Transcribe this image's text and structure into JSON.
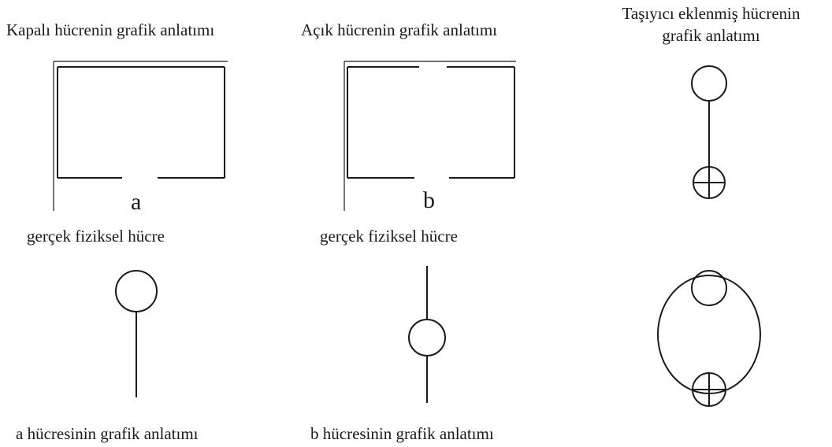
{
  "headers": {
    "closed_cell": "Kapalı hücrenin grafik anlatımı",
    "open_cell": "Açık hücrenin grafik anlatımı",
    "carrier_cell_line1": "Taşıyıcı eklenmiş hücrenin",
    "carrier_cell_line2": "grafik anlatımı"
  },
  "labels": {
    "a": "a",
    "b": "b",
    "physical_cell_a": "gerçek fiziksel hücre",
    "physical_cell_b": "gerçek fiziksel hücre",
    "caption_a": "a hücresinin grafik anlatımı",
    "caption_b": "b hücresinin grafik anlatımı"
  }
}
